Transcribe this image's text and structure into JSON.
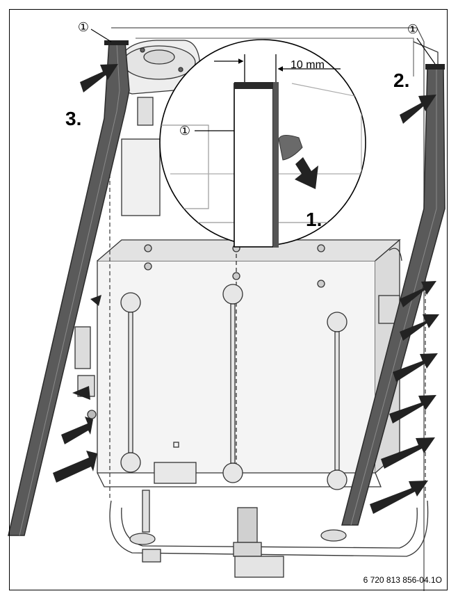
{
  "figure": {
    "reference_code": "6 720 813 856-04.1O",
    "callout_marker": "①",
    "dimension_label": "10 mm",
    "steps": {
      "first": "1.",
      "second": "2.",
      "third": "3."
    }
  },
  "colors": {
    "strip": "#5a5a5a",
    "strip_edge": "#2a2a2a",
    "arrow": "#222222",
    "outline": "#333333",
    "grey_fill": "#d8d8d8",
    "light_fill": "#eeeeee",
    "background": "#ffffff"
  },
  "icons": [
    "insulation-strip",
    "push-arrow",
    "peel-arrow",
    "detail-magnifier-circle"
  ]
}
